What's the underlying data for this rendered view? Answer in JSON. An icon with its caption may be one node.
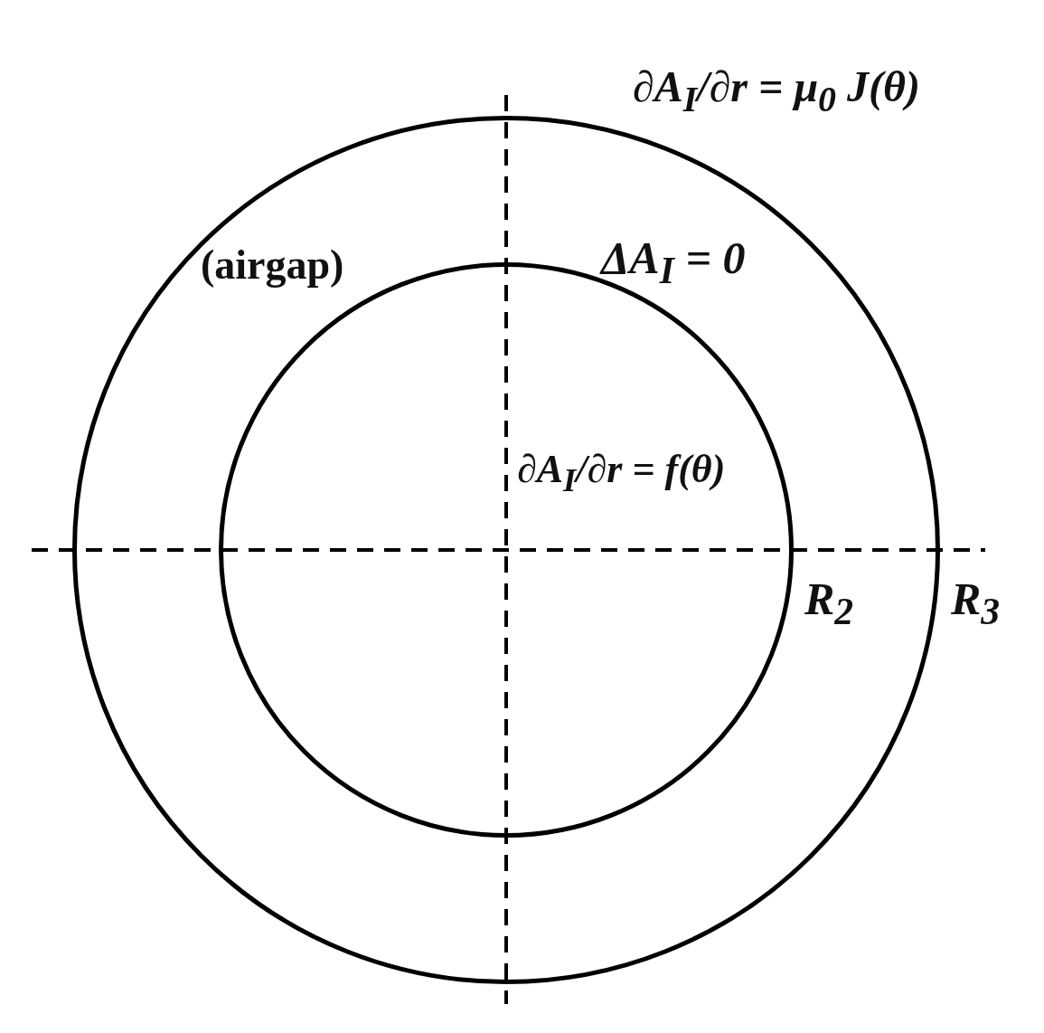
{
  "diagram": {
    "nodes": [
      {
        "text": [],
        "shape": "circle",
        "beside": [
          "∂A$_{I}$/∂r = μ$_{0}$ J(θ)",
          "R$_{3}$"
        ]
      },
      {
        "text": [
          "∂A$_{I}$/∂r = f(θ)"
        ],
        "beside": [
          "R$_{2}$"
        ],
        "in": 0
      }
    ],
    "labels": [
      "(airgap)",
      "ΔA$_{I}$ = 0"
    ]
  }
}
